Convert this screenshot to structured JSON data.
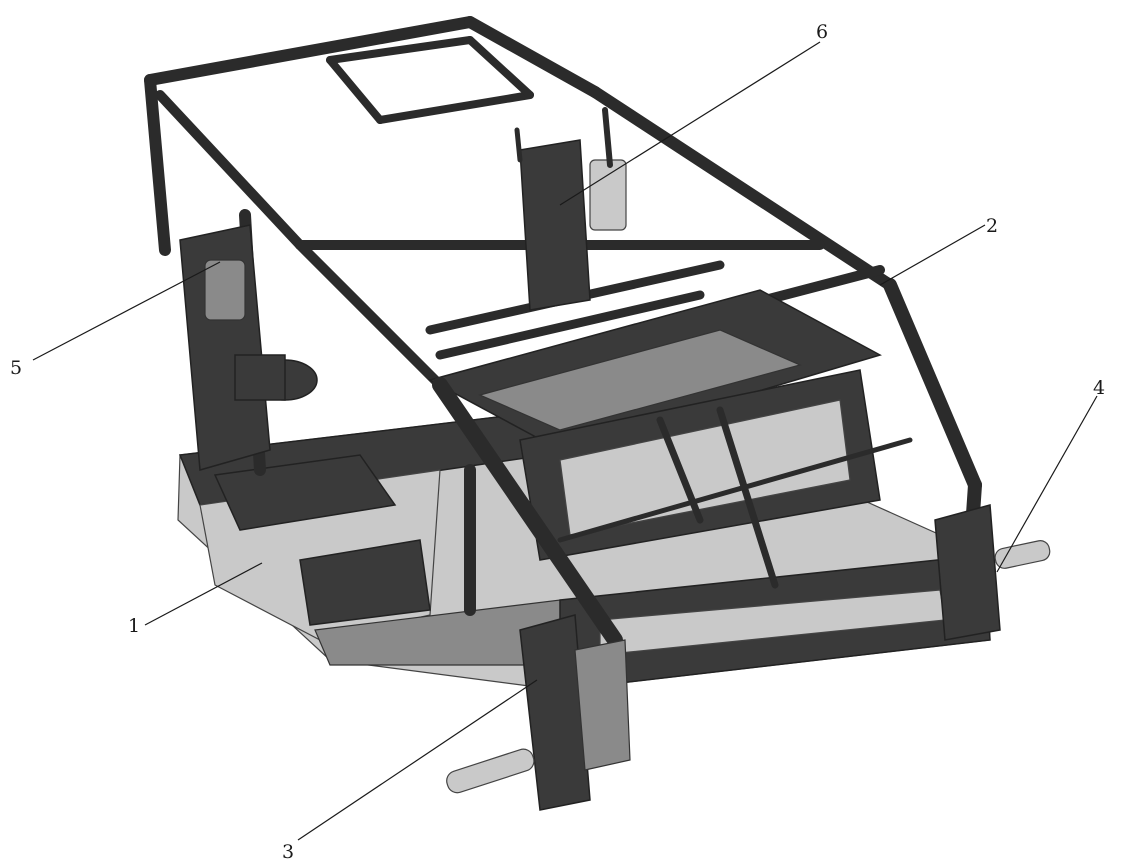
{
  "callouts": {
    "label_1": "1",
    "label_2": "2",
    "label_3": "3",
    "label_4": "4",
    "label_5": "5",
    "label_6": "6"
  },
  "colors": {
    "frame": "#2b2b2b",
    "background": "#ffffff"
  }
}
